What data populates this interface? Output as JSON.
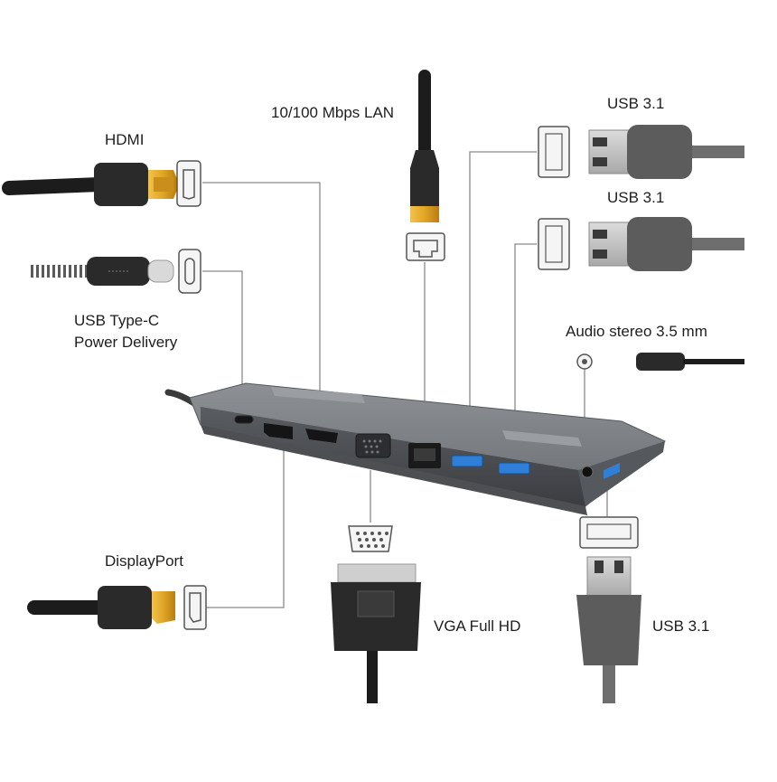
{
  "labels": {
    "lan": "10/100 Mbps LAN",
    "hdmi": "HDMI",
    "usb31_top": "USB 3.1",
    "usb31_mid": "USB 3.1",
    "usbc_line1": "USB Type-C",
    "usbc_line2": "Power Delivery",
    "audio": "Audio stereo 3.5 mm",
    "displayport": "DisplayPort",
    "vga": "VGA Full HD",
    "usb31_bottom": "USB 3.1"
  },
  "colors": {
    "hub_body": "#6b6e72",
    "hub_dark": "#3c3e42",
    "port_blue": "#2f7fd8",
    "connector_gold": "#e0a526",
    "cable_black": "#1c1c1c",
    "cable_grey": "#6e6e6e",
    "leader_line": "#8a8a8a"
  }
}
